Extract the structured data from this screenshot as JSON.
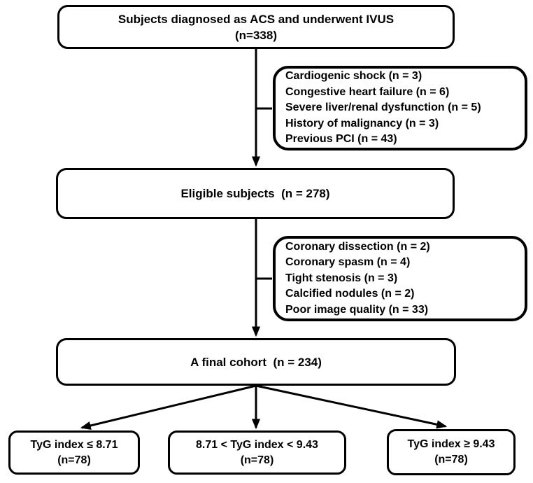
{
  "figure": {
    "background": "#ffffff",
    "line_color": "#000000",
    "nodes": {
      "top": {
        "line1": "Subjects diagnosed as ACS and underwent IVUS",
        "line2": "(n=338)"
      },
      "exclusion1": {
        "items": [
          "Cardiogenic shock (n = 3)",
          "Congestive heart failure (n = 6)",
          "Severe liver/renal dysfunction (n = 5)",
          "History of malignancy (n = 3)",
          "Previous PCI (n = 43)"
        ]
      },
      "eligible": {
        "label": "Eligible subjects  (n = 278)"
      },
      "exclusion2": {
        "items": [
          "Coronary dissection (n = 2)",
          "Coronary spasm (n = 4)",
          "Tight stenosis (n = 3)",
          "Calcified nodules (n = 2)",
          "Poor image quality (n = 33)"
        ]
      },
      "final": {
        "label": "A final cohort  (n = 234)"
      },
      "tyg_low": {
        "line1": "TyG index ≤ 8.71",
        "line2": "(n=78)"
      },
      "tyg_mid": {
        "line1": "8.71 < TyG index < 9.43",
        "line2": "(n=78)"
      },
      "tyg_high": {
        "line1": "TyG index ≥ 9.43",
        "line2": "(n=78)"
      }
    }
  }
}
